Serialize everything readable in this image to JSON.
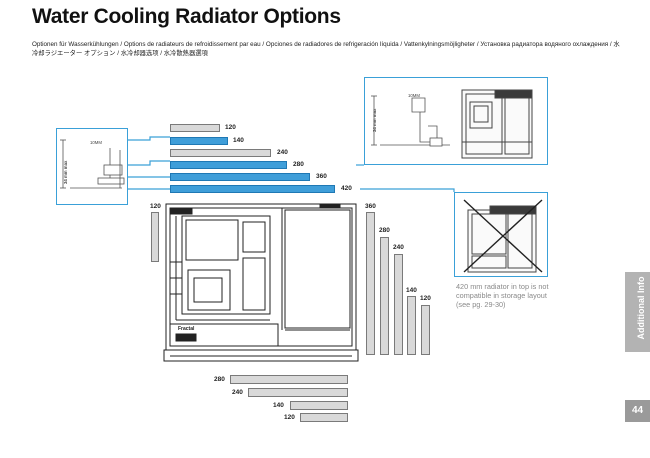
{
  "title": "Water Cooling Radiator Options",
  "subtitle": "Optionen für Wasserkühlungen / Options de radiateurs de refroidissement par eau / Opciones de radiadores de refrigeración líquida / Vattenkylningsmöjligheter / Установка радиатора водяного охлаждения / 水冷却ラジエーター オプション / 水冷却器选项 / 水冷散熱器選項",
  "top_radiators": [
    "120",
    "140",
    "240",
    "280",
    "360",
    "420"
  ],
  "side_radiator": "120",
  "front_radiators": [
    "360",
    "280",
    "240",
    "140",
    "120"
  ],
  "bottom_radiators": [
    "280",
    "240",
    "140",
    "120"
  ],
  "clearance_callout": {
    "height_label": "34 mm max",
    "fan_label": "10MM"
  },
  "compat_note": "420 mm radiator in top is not compatible in storage layout (see pg. 29-30)",
  "side_tab": "Additional Info",
  "page_number": "44",
  "brand_mark": "Fractal",
  "colors": {
    "accent": "#3f9ed9",
    "outline": "#3aa0d8",
    "bar_gray": "#d9d9d9",
    "tab_gray": "#b3b3b3"
  }
}
